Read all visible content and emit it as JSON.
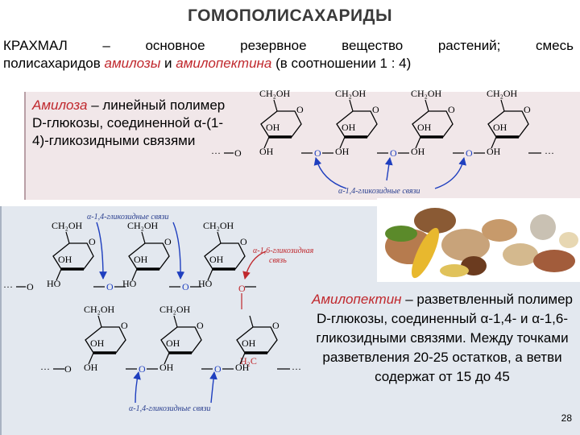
{
  "slide": {
    "title": "ГОМОПОЛИСАХАРИДЫ",
    "intro": {
      "term": "КРАХМАЛ",
      "w1": "–",
      "w2": "основное",
      "w3": "резервное",
      "w4": "вещество",
      "w5": "растений;",
      "w6": "смесь",
      "line2_a": "полисахаридов ",
      "amylose": "амилозы",
      "line2_b": " и ",
      "amylopectin": "амилопектина",
      "line2_c": " (в соотношении 1 : 4)"
    },
    "amylose_desc": {
      "term": "Амилоза",
      "rest": " – линейный полимер D-глюкозы, соединенной α-(1-4)-гликозидными связями"
    },
    "amylopectin_desc": {
      "term": "Амилопектин",
      "rest": " – разветвленный полимер D-глюкозы, соединенный α-1,4- и α-1,6-гликозидными связями. Между точками разветвления 20-25 остатков, а ветви содержат от 15 до 45"
    },
    "page_number": "28"
  },
  "diagram_labels": {
    "ch2oh": "CH₂OH",
    "oh": "OH",
    "ho": "HO",
    "o": "O",
    "h2c": "H₂C",
    "dots": "···",
    "bond14": "α-1,4-гликозидные связи",
    "bond16_l1": "α-1,6-гликозидная",
    "bond16_l2": "связь"
  },
  "colors": {
    "accent_red": "#c0282d",
    "arrow_blue": "#1f3fbf",
    "panel_pink": "#f1e7e9",
    "panel_blue": "#e3e8ef"
  }
}
